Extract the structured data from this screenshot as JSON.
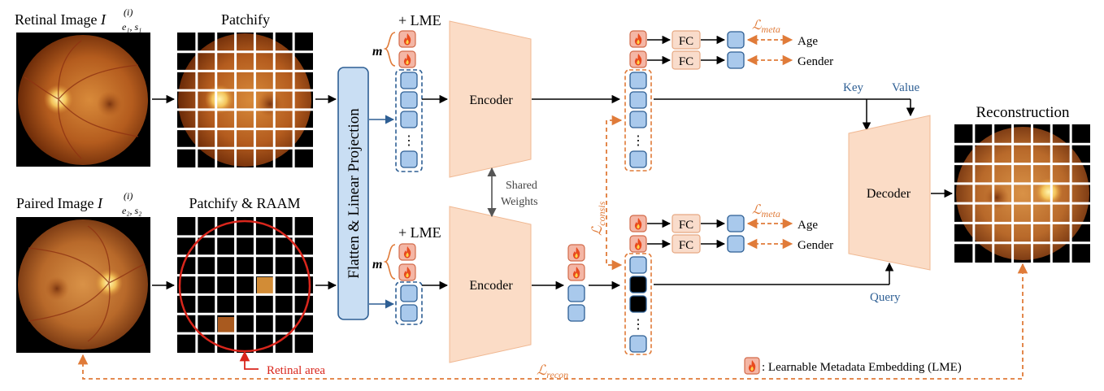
{
  "images": {
    "retinal": {
      "title": "Retinal Image ",
      "symbol": "I",
      "sup": "(i)",
      "sub": "e₁, s₁"
    },
    "paired": {
      "title": "Paired Image ",
      "symbol": "I",
      "sup": "(i)",
      "sub": "e₂, s₂"
    }
  },
  "steps": {
    "patchify": "Patchify",
    "patchify_raam": "Patchify & RAAM",
    "projection": "Flatten & Linear Projection",
    "lme_top": "+ LME",
    "lme_bottom": "+ LME",
    "m_top": "m",
    "m_bottom": "m",
    "encoder_top": "Encoder",
    "encoder_bottom": "Encoder",
    "shared_weights_1": "Shared",
    "shared_weights_2": "Weights",
    "decoder": "Decoder",
    "reconstruction": "Reconstruction",
    "retinal_area": "Retinal area",
    "key": "Key",
    "value": "Value",
    "query": "Query",
    "ellipsis": "⋮"
  },
  "heads": {
    "fc": "FC",
    "age": "Age",
    "gender": "Gender",
    "loss_meta": "ℒ",
    "loss_meta_sub": "meta"
  },
  "losses": {
    "consis_main": "ℒ",
    "consis_sub": "consis",
    "recon_main": "ℒ",
    "recon_sub": "recon"
  },
  "legend": {
    "text": ": Learnable Metadata Embedding (LME)"
  },
  "colors": {
    "token_fill": "#a9c9ec",
    "token_stroke": "#2e5f94",
    "encoder_fill": "#fbdcc6",
    "orange": "#e07b39",
    "red": "#d9261c",
    "proj_fill": "#c9def3",
    "fc_fill": "#f9dccb"
  }
}
